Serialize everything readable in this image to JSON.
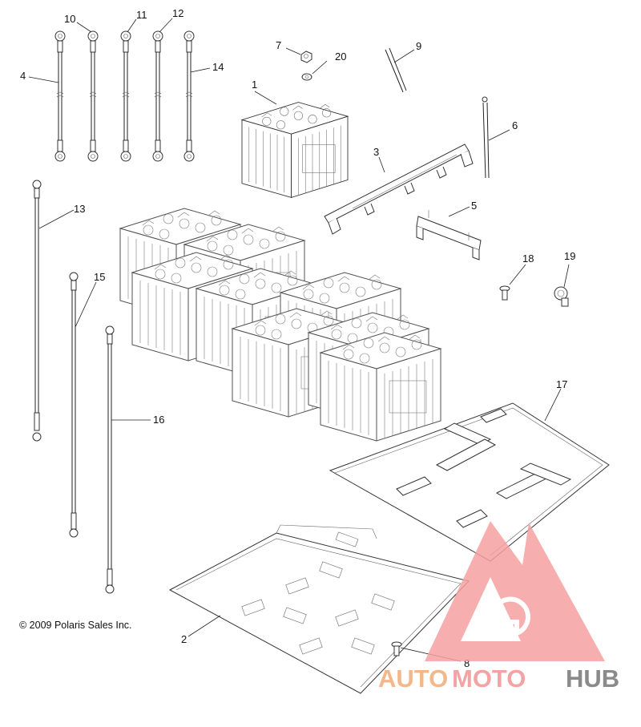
{
  "diagram": {
    "callouts": [
      {
        "id": "c1",
        "text": "1"
      },
      {
        "id": "c2",
        "text": "2"
      },
      {
        "id": "c3",
        "text": "3"
      },
      {
        "id": "c4",
        "text": "4"
      },
      {
        "id": "c5",
        "text": "5"
      },
      {
        "id": "c6",
        "text": "6"
      },
      {
        "id": "c7",
        "text": "7"
      },
      {
        "id": "c8",
        "text": "8"
      },
      {
        "id": "c9",
        "text": "9"
      },
      {
        "id": "c10",
        "text": "10"
      },
      {
        "id": "c11",
        "text": "11"
      },
      {
        "id": "c12",
        "text": "12"
      },
      {
        "id": "c13",
        "text": "13"
      },
      {
        "id": "c14",
        "text": "14"
      },
      {
        "id": "c15",
        "text": "15"
      },
      {
        "id": "c16",
        "text": "16"
      },
      {
        "id": "c17",
        "text": "17"
      },
      {
        "id": "c18",
        "text": "18"
      },
      {
        "id": "c19",
        "text": "19"
      },
      {
        "id": "c20",
        "text": "20"
      }
    ],
    "copyright": "© 2009 Polaris Sales Inc."
  },
  "watermark": {
    "part1": "AUTO",
    "part2": "MOTO",
    "part3": "HUB",
    "colors": {
      "auto": "#f2b88c",
      "moto": "#f3a3a3",
      "hub": "#8a8a8a",
      "logo": "#f5a0a0"
    }
  }
}
